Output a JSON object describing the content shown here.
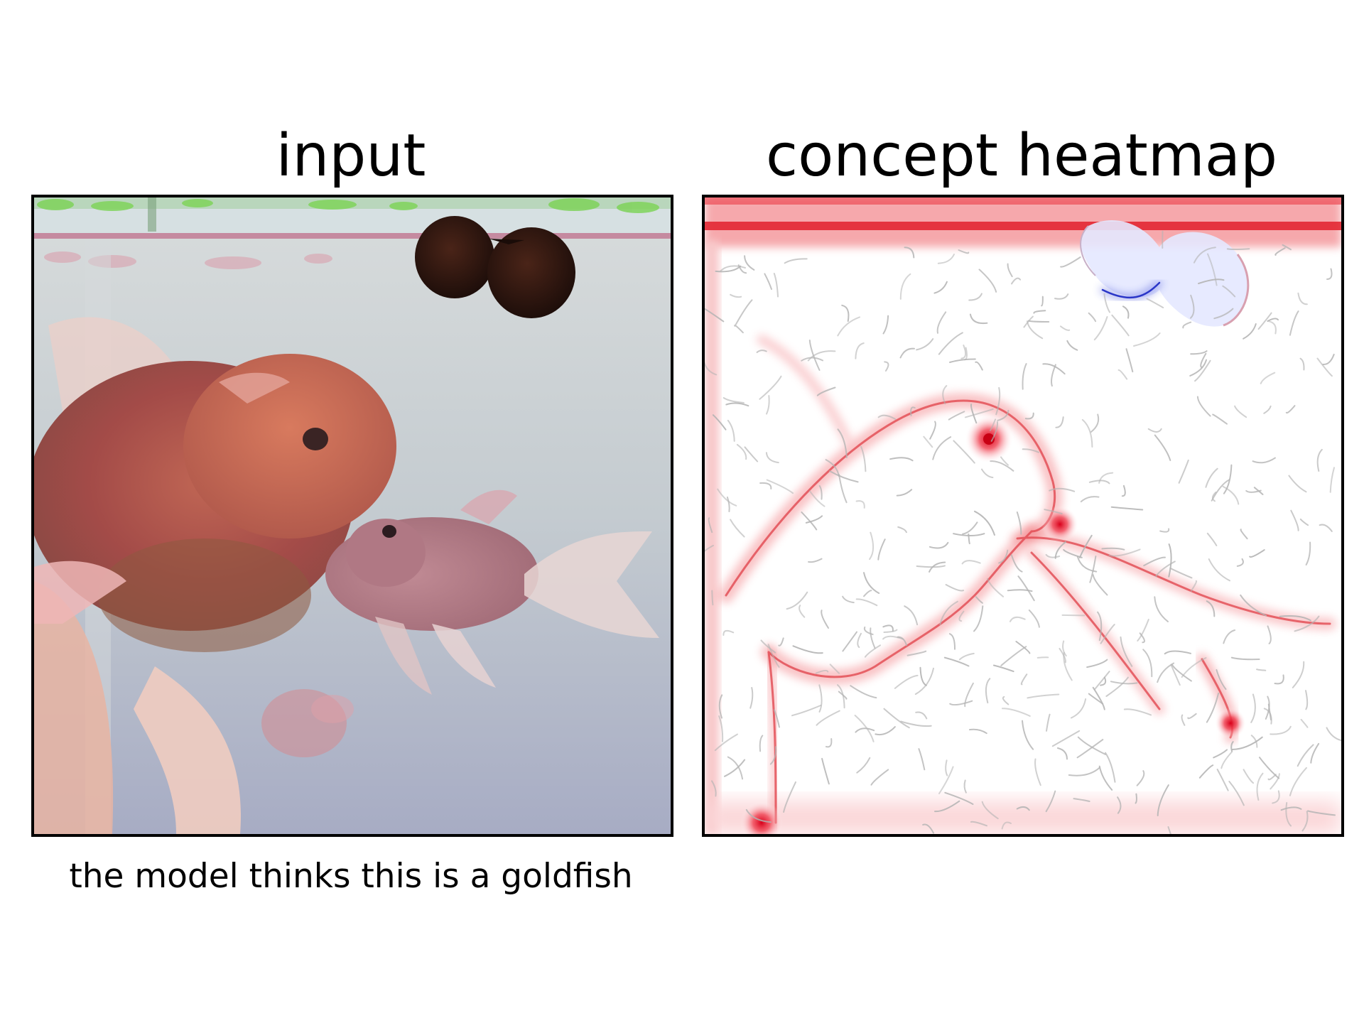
{
  "panels": {
    "left": {
      "title": "input",
      "caption": "the model thinks this is a goldfish"
    },
    "right": {
      "title": "concept heatmap"
    }
  },
  "colors": {
    "water": "#c9cfd3",
    "goldfish_body": "#a8504a",
    "goldfish_head": "#c86a55",
    "small_fish": "#b87c88",
    "snail": "#2a1410",
    "plant": "#7fd35a",
    "heat_positive": "#e8141a",
    "heat_negative": "#2a3bd8",
    "edge_lines": "#b0b0b0"
  }
}
